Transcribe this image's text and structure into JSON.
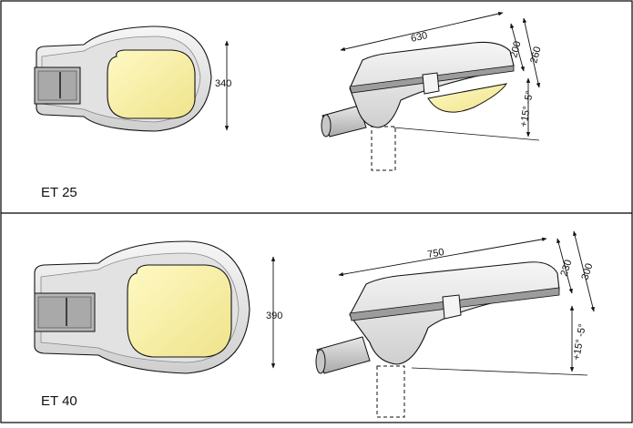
{
  "panels": [
    {
      "model": "ET 25",
      "top_width": "340",
      "length": "630",
      "height_a": "200",
      "height_b": "260",
      "tilt": "+15°  -5°"
    },
    {
      "model": "ET 40",
      "top_width": "390",
      "length": "750",
      "height_a": "230",
      "height_b": "300",
      "tilt": "+15°  -5°"
    }
  ],
  "colors": {
    "frame": "#000000",
    "body_light": "#f2f2f2",
    "body_mid": "#d2d2d2",
    "body_dark": "#b5b5b5",
    "lamp": "#f7f0a1",
    "outline": "#111111"
  }
}
